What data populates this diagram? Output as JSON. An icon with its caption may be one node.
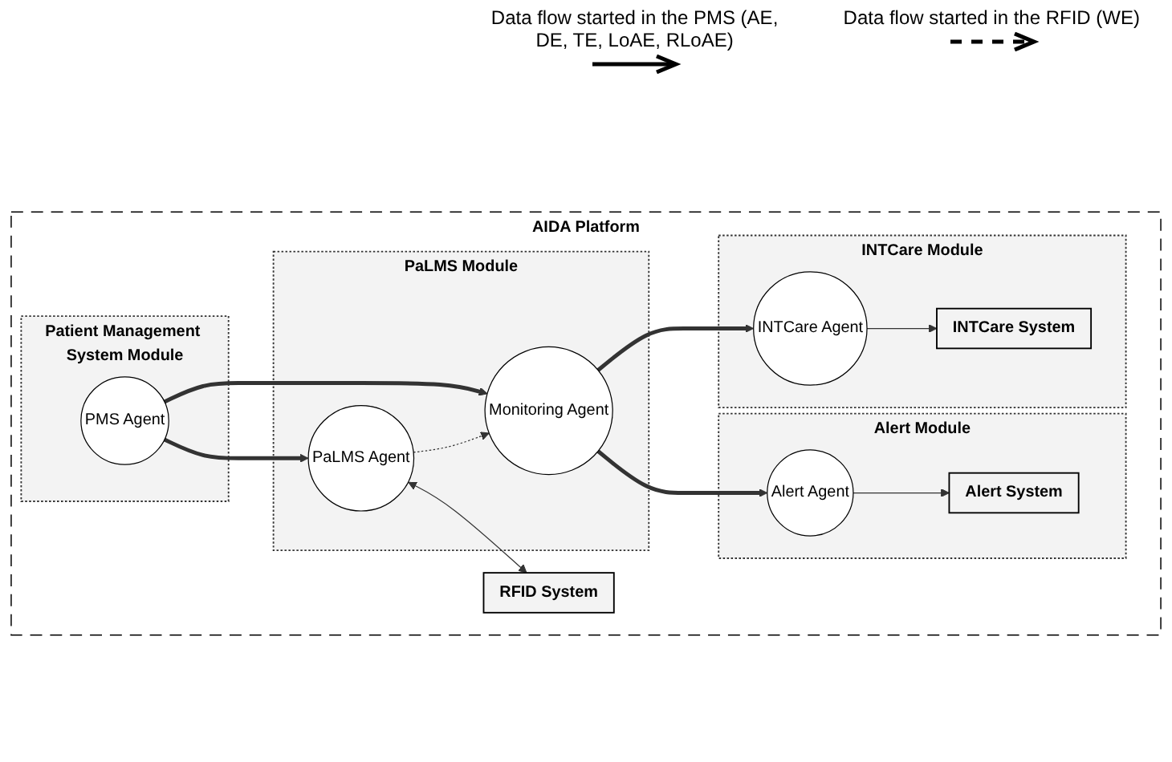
{
  "diagram": {
    "nodes": [
      {
        "text": [
          "AIDA Platform"
        ]
      },
      {
        "text": [
          "Patient Management System Module"
        ],
        "in": 0
      },
      {
        "text": [
          "PMS Agent"
        ],
        "in": 1
      },
      {
        "text": [
          "PaLMS Module"
        ],
        "in": 0
      },
      {
        "text": [
          "PaLMS Agent"
        ],
        "in": 3
      },
      {
        "text": [
          "Monitoring Agent"
        ],
        "in": 3
      },
      {
        "text": [
          "RFID System"
        ],
        "in": 0
      },
      {
        "text": [
          "Alert Module"
        ],
        "in": 0
      },
      {
        "text": [
          "Alert Agent"
        ],
        "in": 7
      },
      {
        "text": [
          "Alert System"
        ],
        "in": 7
      },
      {
        "text": [
          "INTCare Module"
        ],
        "in": 0
      },
      {
        "text": [
          "INTCare Agent"
        ],
        "in": 10
      },
      {
        "text": [
          "INTCare System"
        ],
        "in": 10
      }
    ],
    "edges": [
      {
        "from": 2,
        "to": 4,
        "arrow": "to",
        "style": "thick"
      },
      {
        "from": 2,
        "to": 5,
        "arrow": "to",
        "style": "thick"
      },
      {
        "from": 4,
        "to": 5,
        "arrow": "to",
        "style": "dashed"
      },
      {
        "from": 4,
        "to": 6,
        "arrow": "both"
      },
      {
        "from": 5,
        "to": 8,
        "arrow": "to",
        "style": "thick"
      },
      {
        "from": 5,
        "to": 11,
        "arrow": "to",
        "style": "thick"
      },
      {
        "from": 8,
        "to": 9,
        "arrow": "to"
      },
      {
        "from": 11,
        "to": 12,
        "arrow": "to"
      }
    ],
    "legend": [
      {
        "text": "Data flow started in the PMS (AE, DE, TE, LoAE, RLoAE)"
      },
      {
        "text": "Data flow started in the RFID (WE)"
      }
    ]
  }
}
